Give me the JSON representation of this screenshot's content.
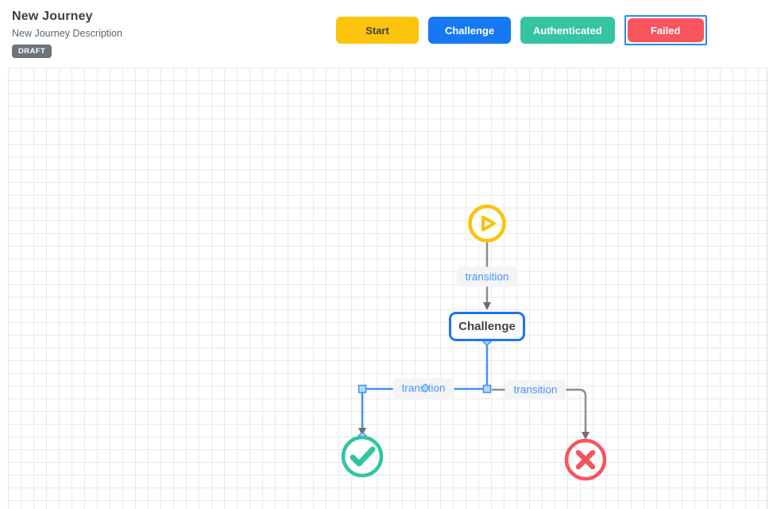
{
  "header": {
    "title": "New Journey",
    "description": "New Journey Description",
    "status_badge": "DRAFT",
    "legend": [
      {
        "label": "Start",
        "color": "#fcc40d",
        "text_color": "#3f3f3f",
        "selected": false
      },
      {
        "label": "Challenge",
        "color": "#1678f2",
        "text_color": "#ffffff",
        "selected": false
      },
      {
        "label": "Authenticated",
        "color": "#35c4a2",
        "text_color": "#ffffff",
        "selected": false
      },
      {
        "label": "Failed",
        "color": "#f8545e",
        "text_color": "#ffffff",
        "selected": true
      }
    ]
  },
  "canvas": {
    "nodes": [
      {
        "id": "start",
        "type": "start-icon",
        "color": "#fbc10d"
      },
      {
        "id": "challenge",
        "type": "state",
        "label": "Challenge",
        "border_color": "#1b76f2"
      },
      {
        "id": "authenticated",
        "type": "success-icon",
        "color": "#2ec5a2"
      },
      {
        "id": "failed",
        "type": "fail-icon",
        "color": "#f8545e"
      }
    ],
    "edges": [
      {
        "from": "start",
        "to": "challenge",
        "label": "transition",
        "selected": false
      },
      {
        "from": "challenge",
        "to": "authenticated",
        "label": "transition",
        "selected": true
      },
      {
        "from": "challenge",
        "to": "failed",
        "label": "transition",
        "selected": false
      }
    ],
    "colors": {
      "selected_edge": "#4191f5",
      "edge": "#8c8c8c",
      "arrowhead": "#6d6d6d",
      "handle_fill": "#b9d7fa",
      "grid_line": "#e9e9eb",
      "label_text": "#4b96f0",
      "label_bg": "#f4f4f7"
    }
  }
}
